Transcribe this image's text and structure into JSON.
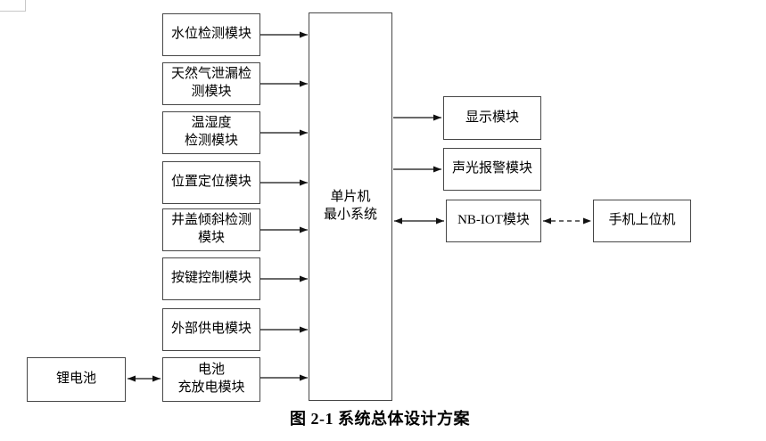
{
  "figure": {
    "caption": "图 2-1 系统总体设计方案"
  },
  "diagram": {
    "center_box": {
      "label": "单片机\n最小系统"
    },
    "input_modules": [
      {
        "label": "水位检测模块"
      },
      {
        "label": "天然气泄漏检\n测模块"
      },
      {
        "label": "温湿度\n检测模块"
      },
      {
        "label": "位置定位模块"
      },
      {
        "label": "井盖倾斜检测\n模块"
      },
      {
        "label": "按键控制模块"
      },
      {
        "label": "外部供电模块"
      },
      {
        "label": "电池\n充放电模块"
      }
    ],
    "battery_box": {
      "label": "锂电池"
    },
    "output_modules": [
      {
        "label": "显示模块"
      },
      {
        "label": "声光报警模块"
      },
      {
        "label": "NB-IOT模块"
      }
    ],
    "remote_box": {
      "label": "手机上位机"
    },
    "connections": [
      {
        "from": "水位检测模块",
        "to": "单片机最小系统",
        "style": "solid-arrow"
      },
      {
        "from": "天然气泄漏检测模块",
        "to": "单片机最小系统",
        "style": "solid-arrow"
      },
      {
        "from": "温湿度检测模块",
        "to": "单片机最小系统",
        "style": "solid-arrow"
      },
      {
        "from": "位置定位模块",
        "to": "单片机最小系统",
        "style": "solid-arrow"
      },
      {
        "from": "井盖倾斜检测模块",
        "to": "单片机最小系统",
        "style": "solid-arrow"
      },
      {
        "from": "按键控制模块",
        "to": "单片机最小系统",
        "style": "solid-arrow"
      },
      {
        "from": "外部供电模块",
        "to": "单片机最小系统",
        "style": "solid-arrow"
      },
      {
        "from": "电池充放电模块",
        "to": "单片机最小系统",
        "style": "solid-arrow"
      },
      {
        "from": "锂电池",
        "to": "电池充放电模块",
        "style": "double-arrow"
      },
      {
        "from": "单片机最小系统",
        "to": "显示模块",
        "style": "solid-arrow"
      },
      {
        "from": "单片机最小系统",
        "to": "声光报警模块",
        "style": "solid-arrow"
      },
      {
        "from": "单片机最小系统",
        "to": "NB-IOT模块",
        "style": "double-arrow"
      },
      {
        "from": "NB-IOT模块",
        "to": "手机上位机",
        "style": "dashed-double-arrow"
      }
    ]
  }
}
